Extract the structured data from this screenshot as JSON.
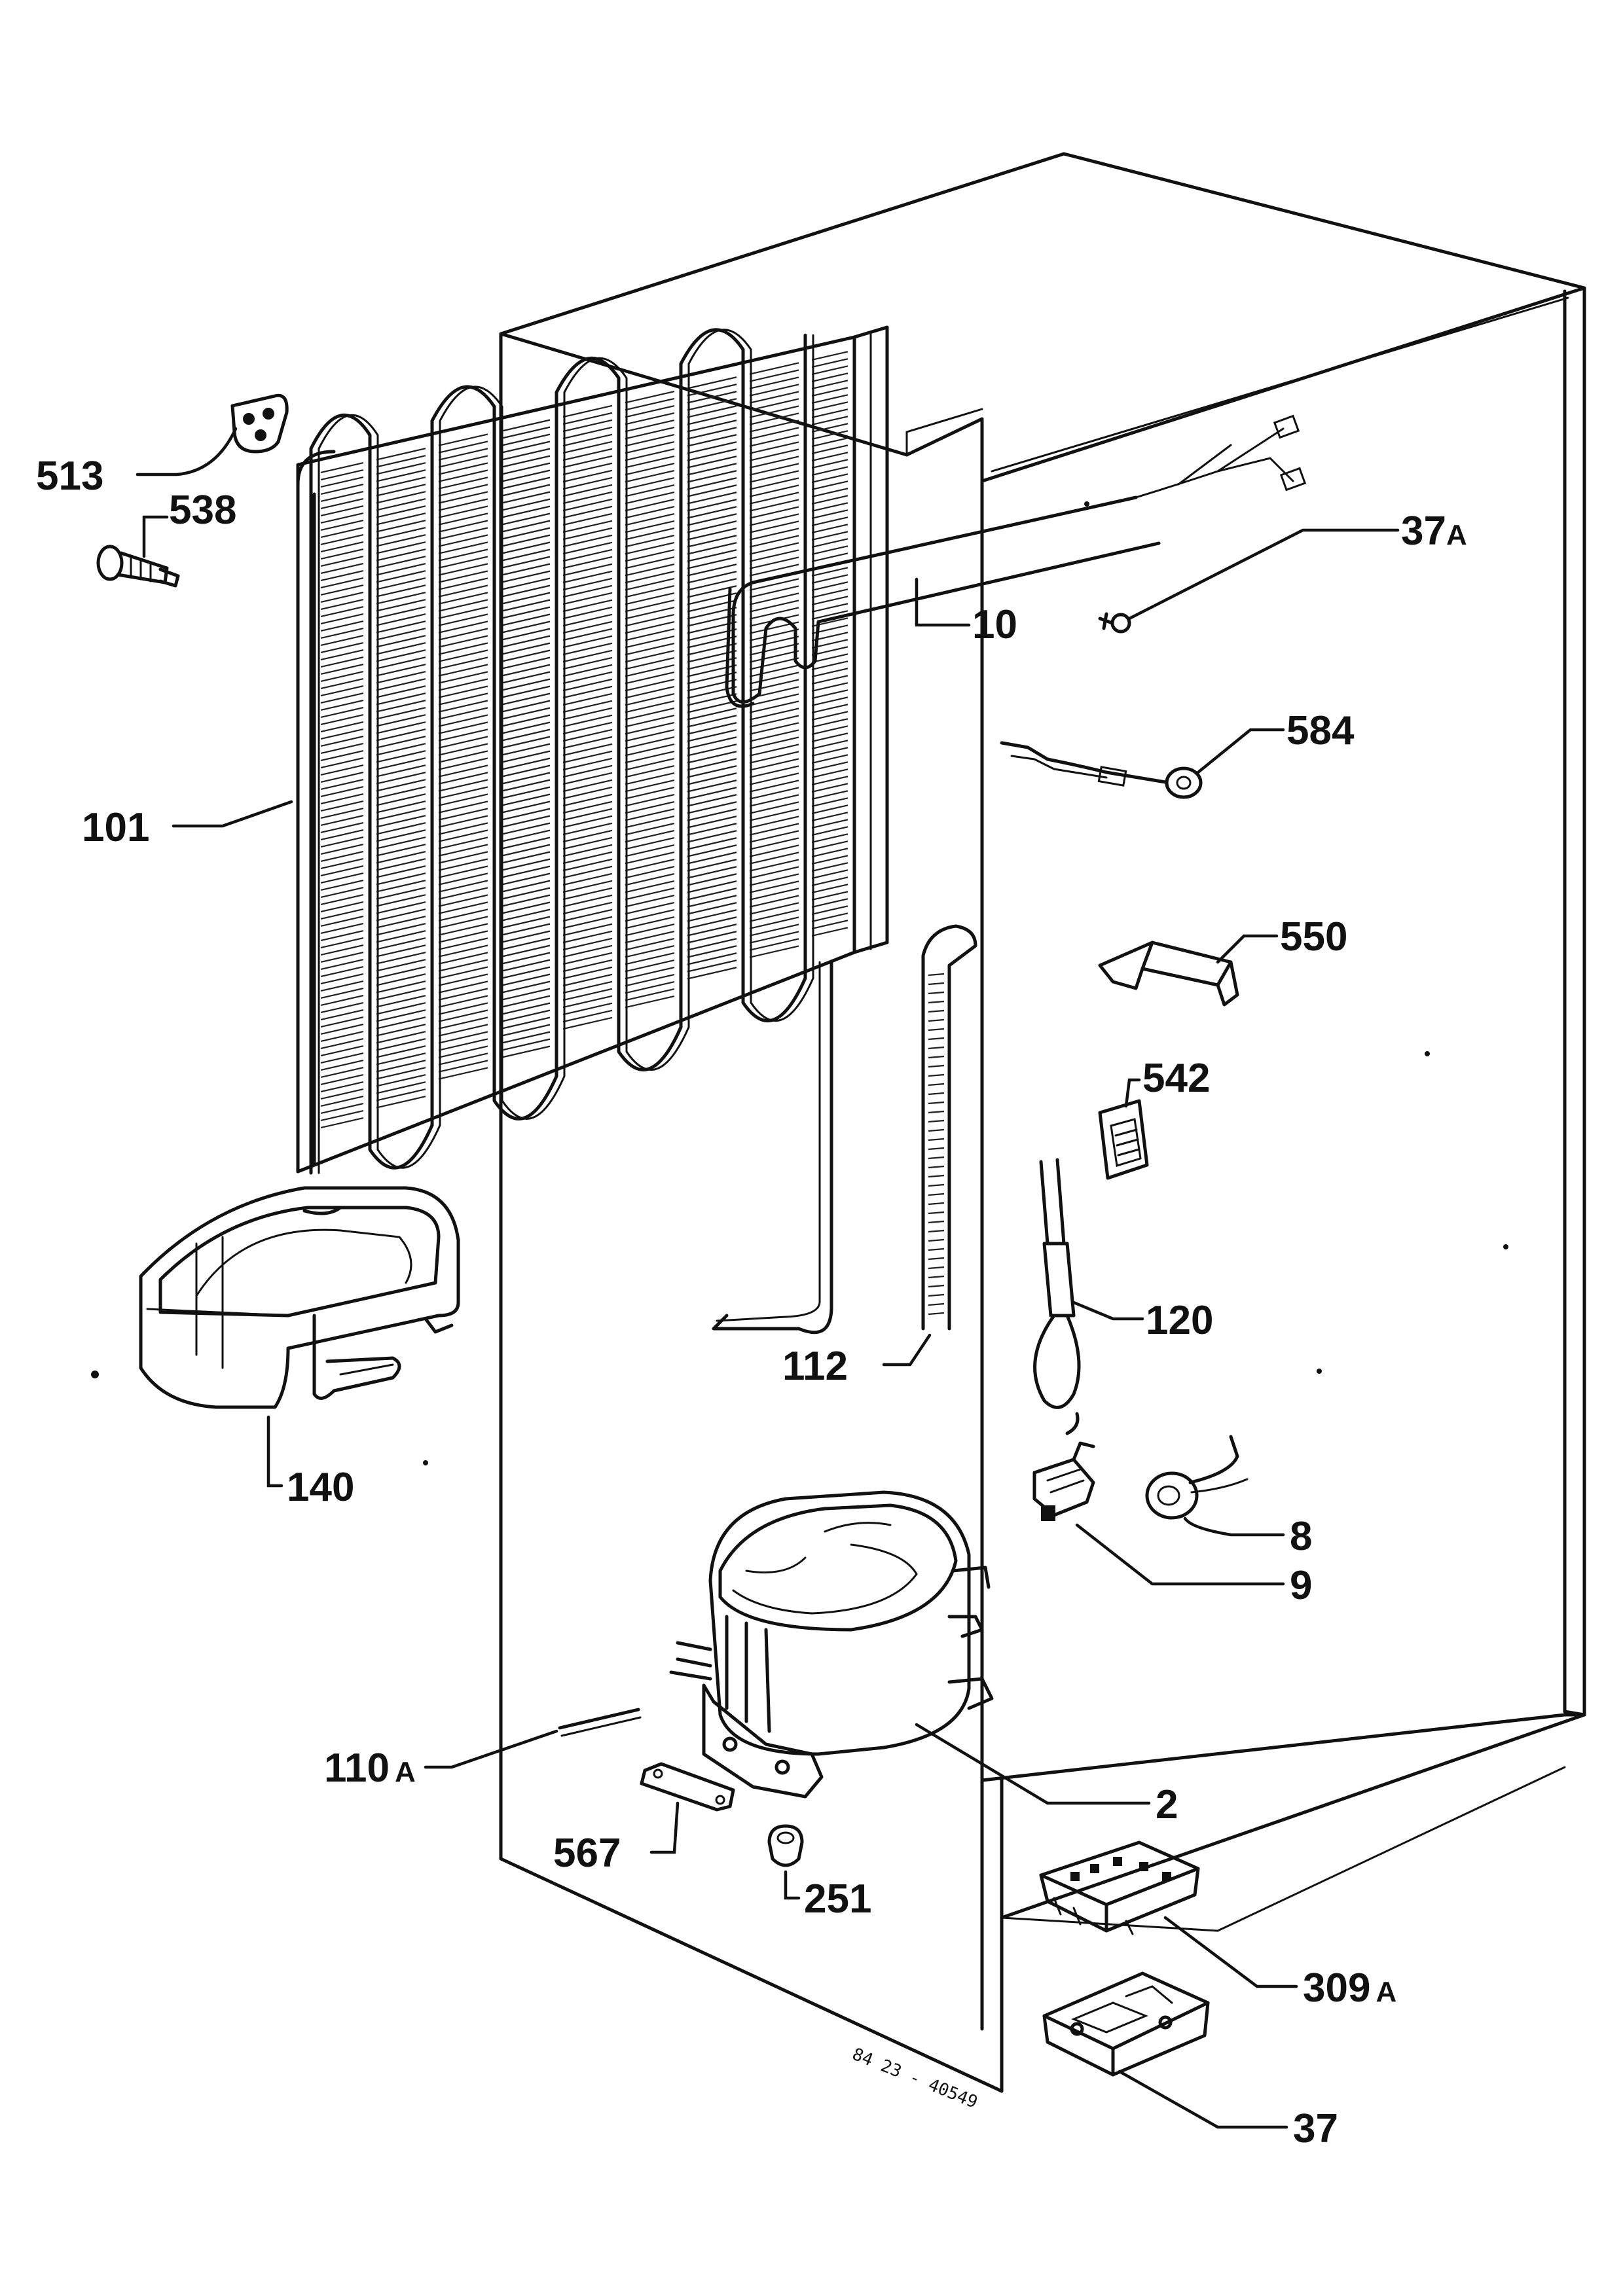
{
  "callouts": [
    {
      "id": "513",
      "text": "513",
      "part": "bracket"
    },
    {
      "id": "538",
      "text": "538",
      "part": "fixing-screw"
    },
    {
      "id": "37A",
      "num": "37",
      "suffix": "A",
      "part": "plug"
    },
    {
      "id": "10",
      "text": "10",
      "part": "drain-tube"
    },
    {
      "id": "584",
      "text": "584",
      "part": "cable-grommet"
    },
    {
      "id": "101",
      "text": "101",
      "part": "condenser"
    },
    {
      "id": "550",
      "text": "550",
      "part": "clamp"
    },
    {
      "id": "542",
      "text": "542",
      "part": "relay-cover"
    },
    {
      "id": "120",
      "text": "120",
      "part": "thermostat-capillary"
    },
    {
      "id": "112",
      "text": "112",
      "part": "filter-dryer"
    },
    {
      "id": "140",
      "text": "140",
      "part": "drip-tray"
    },
    {
      "id": "8",
      "text": "8",
      "part": "thermal-protector"
    },
    {
      "id": "9",
      "text": "9",
      "part": "starter-relay"
    },
    {
      "id": "110A",
      "num": "110",
      "suffix": "A",
      "part": "capillary-tube"
    },
    {
      "id": "2",
      "text": "2",
      "part": "compressor"
    },
    {
      "id": "567",
      "text": "567",
      "part": "mounting-plate"
    },
    {
      "id": "251",
      "text": "251",
      "part": "rubber-grommet"
    },
    {
      "id": "309A",
      "num": "309",
      "suffix": "A",
      "part": "terminal-block"
    },
    {
      "id": "37",
      "text": "37",
      "part": "control-box"
    }
  ],
  "drawing_number": "84 23 - 40549"
}
